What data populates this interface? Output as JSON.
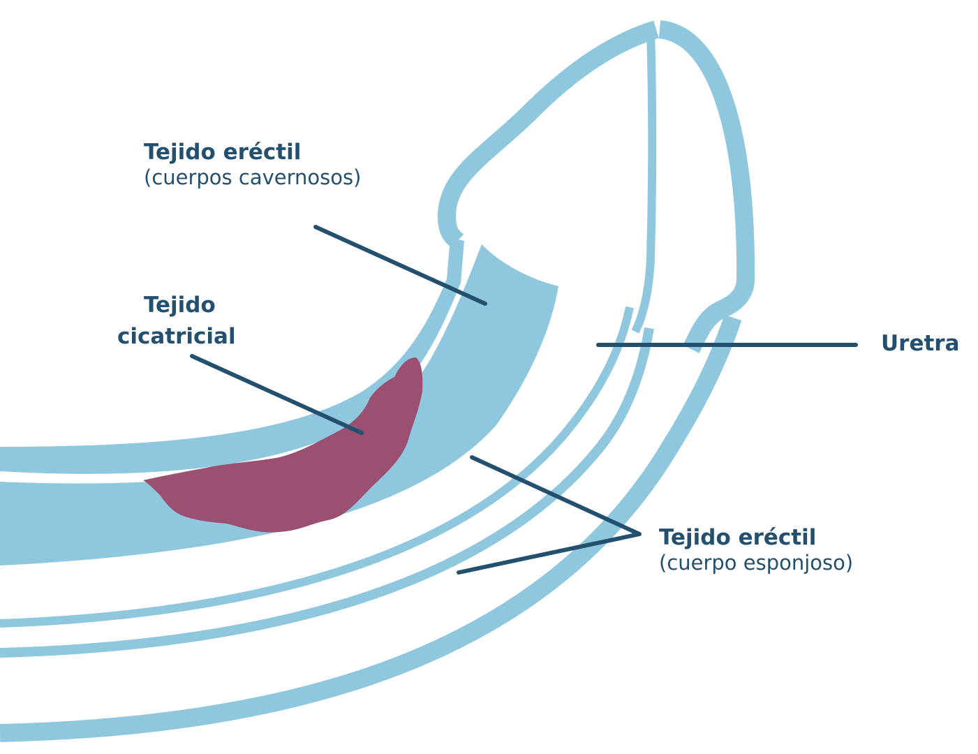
{
  "colors": {
    "tissue": "#8fc7de",
    "background": "#ffffff",
    "scar": "#9b5072",
    "label_text": "#24506f",
    "leader_line": "#24506f"
  },
  "labels": {
    "cavernosos": {
      "title": "Tejido eréctil",
      "subtitle": "(cuerpos cavernosos)"
    },
    "cicatricial": {
      "line1": "Tejido",
      "line2": "cicatricial"
    },
    "uretra": {
      "title": "Uretra"
    },
    "esponjoso": {
      "title": "Tejido eréctil",
      "subtitle": "(cuerpo esponjoso)"
    }
  }
}
